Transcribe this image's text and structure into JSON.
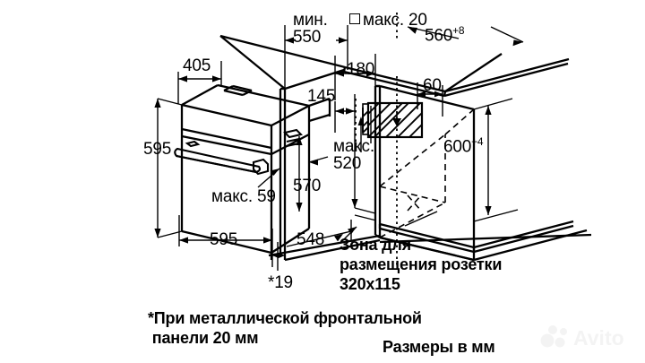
{
  "document": {
    "type": "technical-installation-drawing",
    "subject": "Built-in oven niche dimensions",
    "background_color": "#ffffff",
    "line_color": "#000000"
  },
  "dimensions": {
    "min_550": {
      "prefix": "мин.",
      "value": "550"
    },
    "max_20": {
      "prefix": "макс.",
      "value": "20",
      "symbol": "square"
    },
    "depth_560": {
      "value": "560",
      "tolerance": "+8"
    },
    "width_405": {
      "value": "405"
    },
    "offset_180": {
      "value": "180"
    },
    "offset_145": {
      "value": "145"
    },
    "offset_60": {
      "value": "60"
    },
    "height_595": {
      "value": "595"
    },
    "max_520": {
      "prefix": "макс.",
      "value": "520"
    },
    "height_600": {
      "value": "600",
      "tolerance": "+4"
    },
    "max_59": {
      "label": "макс. 59"
    },
    "height_570": {
      "value": "570"
    },
    "width_595": {
      "value": "595"
    },
    "depth_548": {
      "value": "548"
    },
    "note_19": {
      "value": "*19"
    }
  },
  "annotations": {
    "socket_zone": {
      "line1": "Зона для",
      "line2": "размещения розетки",
      "line3": "320x115"
    },
    "footnote": {
      "line1": "*При металлической фронтальной",
      "line2": " панели 20 мм"
    },
    "units": "Размеры в мм"
  },
  "watermark": {
    "text": "Avito"
  }
}
